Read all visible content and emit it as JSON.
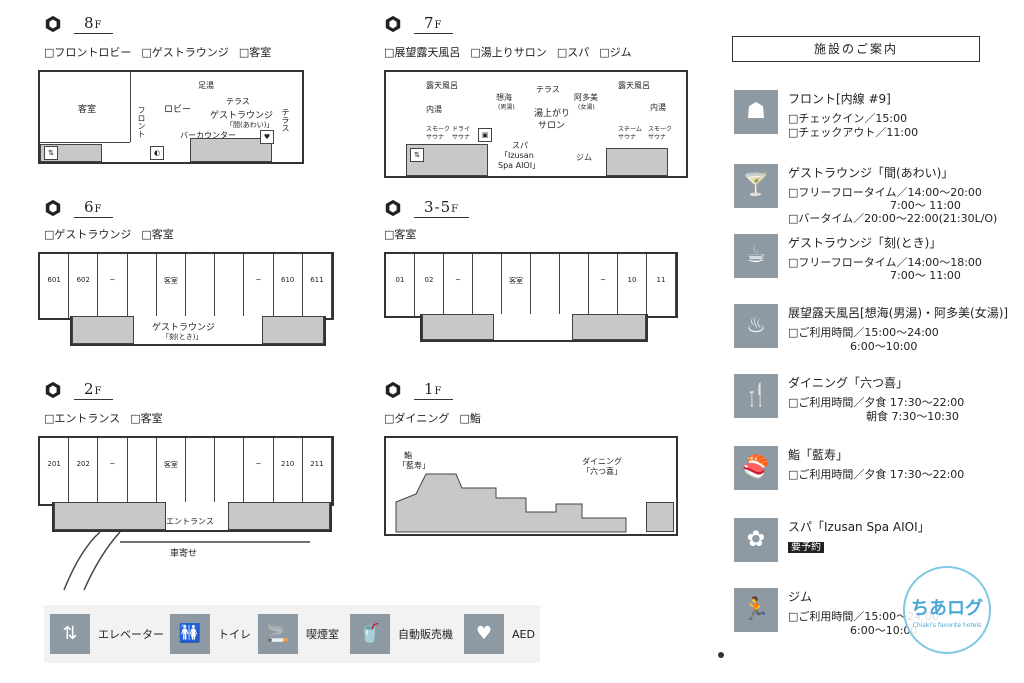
{
  "floors": {
    "f8": {
      "title": "8",
      "unit": "F",
      "legend": [
        "□フロントロビー",
        "□ゲストラウンジ",
        "□客室"
      ],
      "labels": {
        "room": "客室",
        "front": "フロント",
        "lobby": "ロビー",
        "ashiyu": "足湯",
        "terrace": "テラス",
        "lounge": "ゲストラウンジ",
        "lounge_sub": "「間(あわい)」",
        "bar": "バーカウンター",
        "terrace2": "テラス"
      }
    },
    "f7": {
      "title": "7",
      "unit": "F",
      "legend": [
        "□展望露天風呂",
        "□湯上りサロン",
        "□スパ",
        "□ジム"
      ],
      "labels": {
        "roten1": "露天風呂",
        "roten2": "露天風呂",
        "uchiyu1": "内湯",
        "uchiyu2": "内湯",
        "soumi": "想海",
        "soumi_sub": "(男湯)",
        "atami": "阿多美",
        "atami_sub": "(女湯)",
        "terrace": "テラス",
        "salon": "湯上がり",
        "salon2": "サロン",
        "smoke": "スモーク",
        "sauna": "サウナ",
        "dry": "ドライ",
        "sauna2": "サウナ",
        "steam": "スチーム",
        "sauna3": "サウナ",
        "smoke2": "スモーク",
        "sauna4": "サウナ",
        "spa": "スパ",
        "spa_name": "「Izusan",
        "spa_name2": "Spa AIOI」",
        "gym": "ジム"
      }
    },
    "f6": {
      "title": "6",
      "unit": "F",
      "legend": [
        "□ゲストラウンジ",
        "□客室"
      ],
      "rooms": [
        "601",
        "602",
        "~",
        "",
        "客室",
        "",
        "",
        "~",
        "610",
        "611"
      ],
      "labels": {
        "lounge": "ゲストラウンジ",
        "lounge_sub": "「刻(とき)」"
      }
    },
    "f35": {
      "title": "3-5",
      "unit": "F",
      "legend": [
        "□客室"
      ],
      "rooms": [
        "01",
        "02",
        "~",
        "",
        "客室",
        "",
        "",
        "~",
        "10",
        "11"
      ]
    },
    "f2": {
      "title": "2",
      "unit": "F",
      "legend": [
        "□エントランス",
        "□客室"
      ],
      "rooms": [
        "201",
        "202",
        "~",
        "",
        "客室",
        "",
        "",
        "~",
        "210",
        "211"
      ],
      "labels": {
        "entrance": "エントランス",
        "porch": "車寄せ"
      }
    },
    "f1": {
      "title": "1",
      "unit": "F",
      "legend": [
        "□ダイニング",
        "□鮨"
      ],
      "labels": {
        "sushi": "鮨",
        "sushi_sub": "「藍寿」",
        "dining": "ダイニング",
        "dining_sub": "「六つ喜」"
      }
    }
  },
  "facilities": {
    "title": "施設のご案内",
    "items": [
      {
        "icon": "front-desk-icon",
        "glyph": "☗",
        "name": "フロント[内線 #9]",
        "lines": [
          "□チェックイン／15:00",
          "□チェックアウト／11:00"
        ]
      },
      {
        "icon": "cocktail-icon",
        "glyph": "🍸",
        "name": "ゲストラウンジ「間(あわい)」",
        "lines": [
          "□フリーフロータイム／14:00～20:00",
          "7:00～ 11:00",
          "□バータイム／20:00～22:00(21:30L/O)"
        ]
      },
      {
        "icon": "coffee-icon",
        "glyph": "☕",
        "name": "ゲストラウンジ「刻(とき)」",
        "lines": [
          "□フリーフロータイム／14:00～18:00",
          "7:00～ 11:00"
        ]
      },
      {
        "icon": "hot-spring-icon",
        "glyph": "♨",
        "name": "展望露天風呂[想海(男湯)・阿多美(女湯)]",
        "lines": [
          "□ご利用時間／15:00～24:00",
          "6:00～10:00"
        ]
      },
      {
        "icon": "dining-icon",
        "glyph": "🍴",
        "name": "ダイニング「六つ喜」",
        "lines": [
          "□ご利用時間／夕食 17:30～22:00",
          "朝食 7:30～10:30"
        ]
      },
      {
        "icon": "sushi-icon",
        "glyph": "🍣",
        "name": "鮨「藍寿」",
        "lines": [
          "□ご利用時間／夕食 17:30～22:00"
        ]
      },
      {
        "icon": "spa-bottle-icon",
        "glyph": "✿",
        "name": "スパ「Izusan Spa AIOI」",
        "lines": [],
        "tag": "要予約"
      },
      {
        "icon": "treadmill-icon",
        "glyph": "🏃",
        "name": "ジム",
        "lines": [
          "□ご利用時間／15:00～24:00",
          "6:00～10:00"
        ]
      }
    ]
  },
  "legend_icons": [
    {
      "icon": "elevator-icon",
      "glyph": "⇅",
      "label": "エレベーター"
    },
    {
      "icon": "toilet-icon",
      "glyph": "🚻",
      "label": "トイレ"
    },
    {
      "icon": "smoking-icon",
      "glyph": "🚬",
      "label": "喫煙室"
    },
    {
      "icon": "vending-icon",
      "glyph": "🥤",
      "label": "自動販売機"
    },
    {
      "icon": "aed-icon",
      "glyph": "♥",
      "label": "AED"
    }
  ],
  "watermark": {
    "main": "ちあログ",
    "sub": "Chiaki's favorite hotels"
  }
}
